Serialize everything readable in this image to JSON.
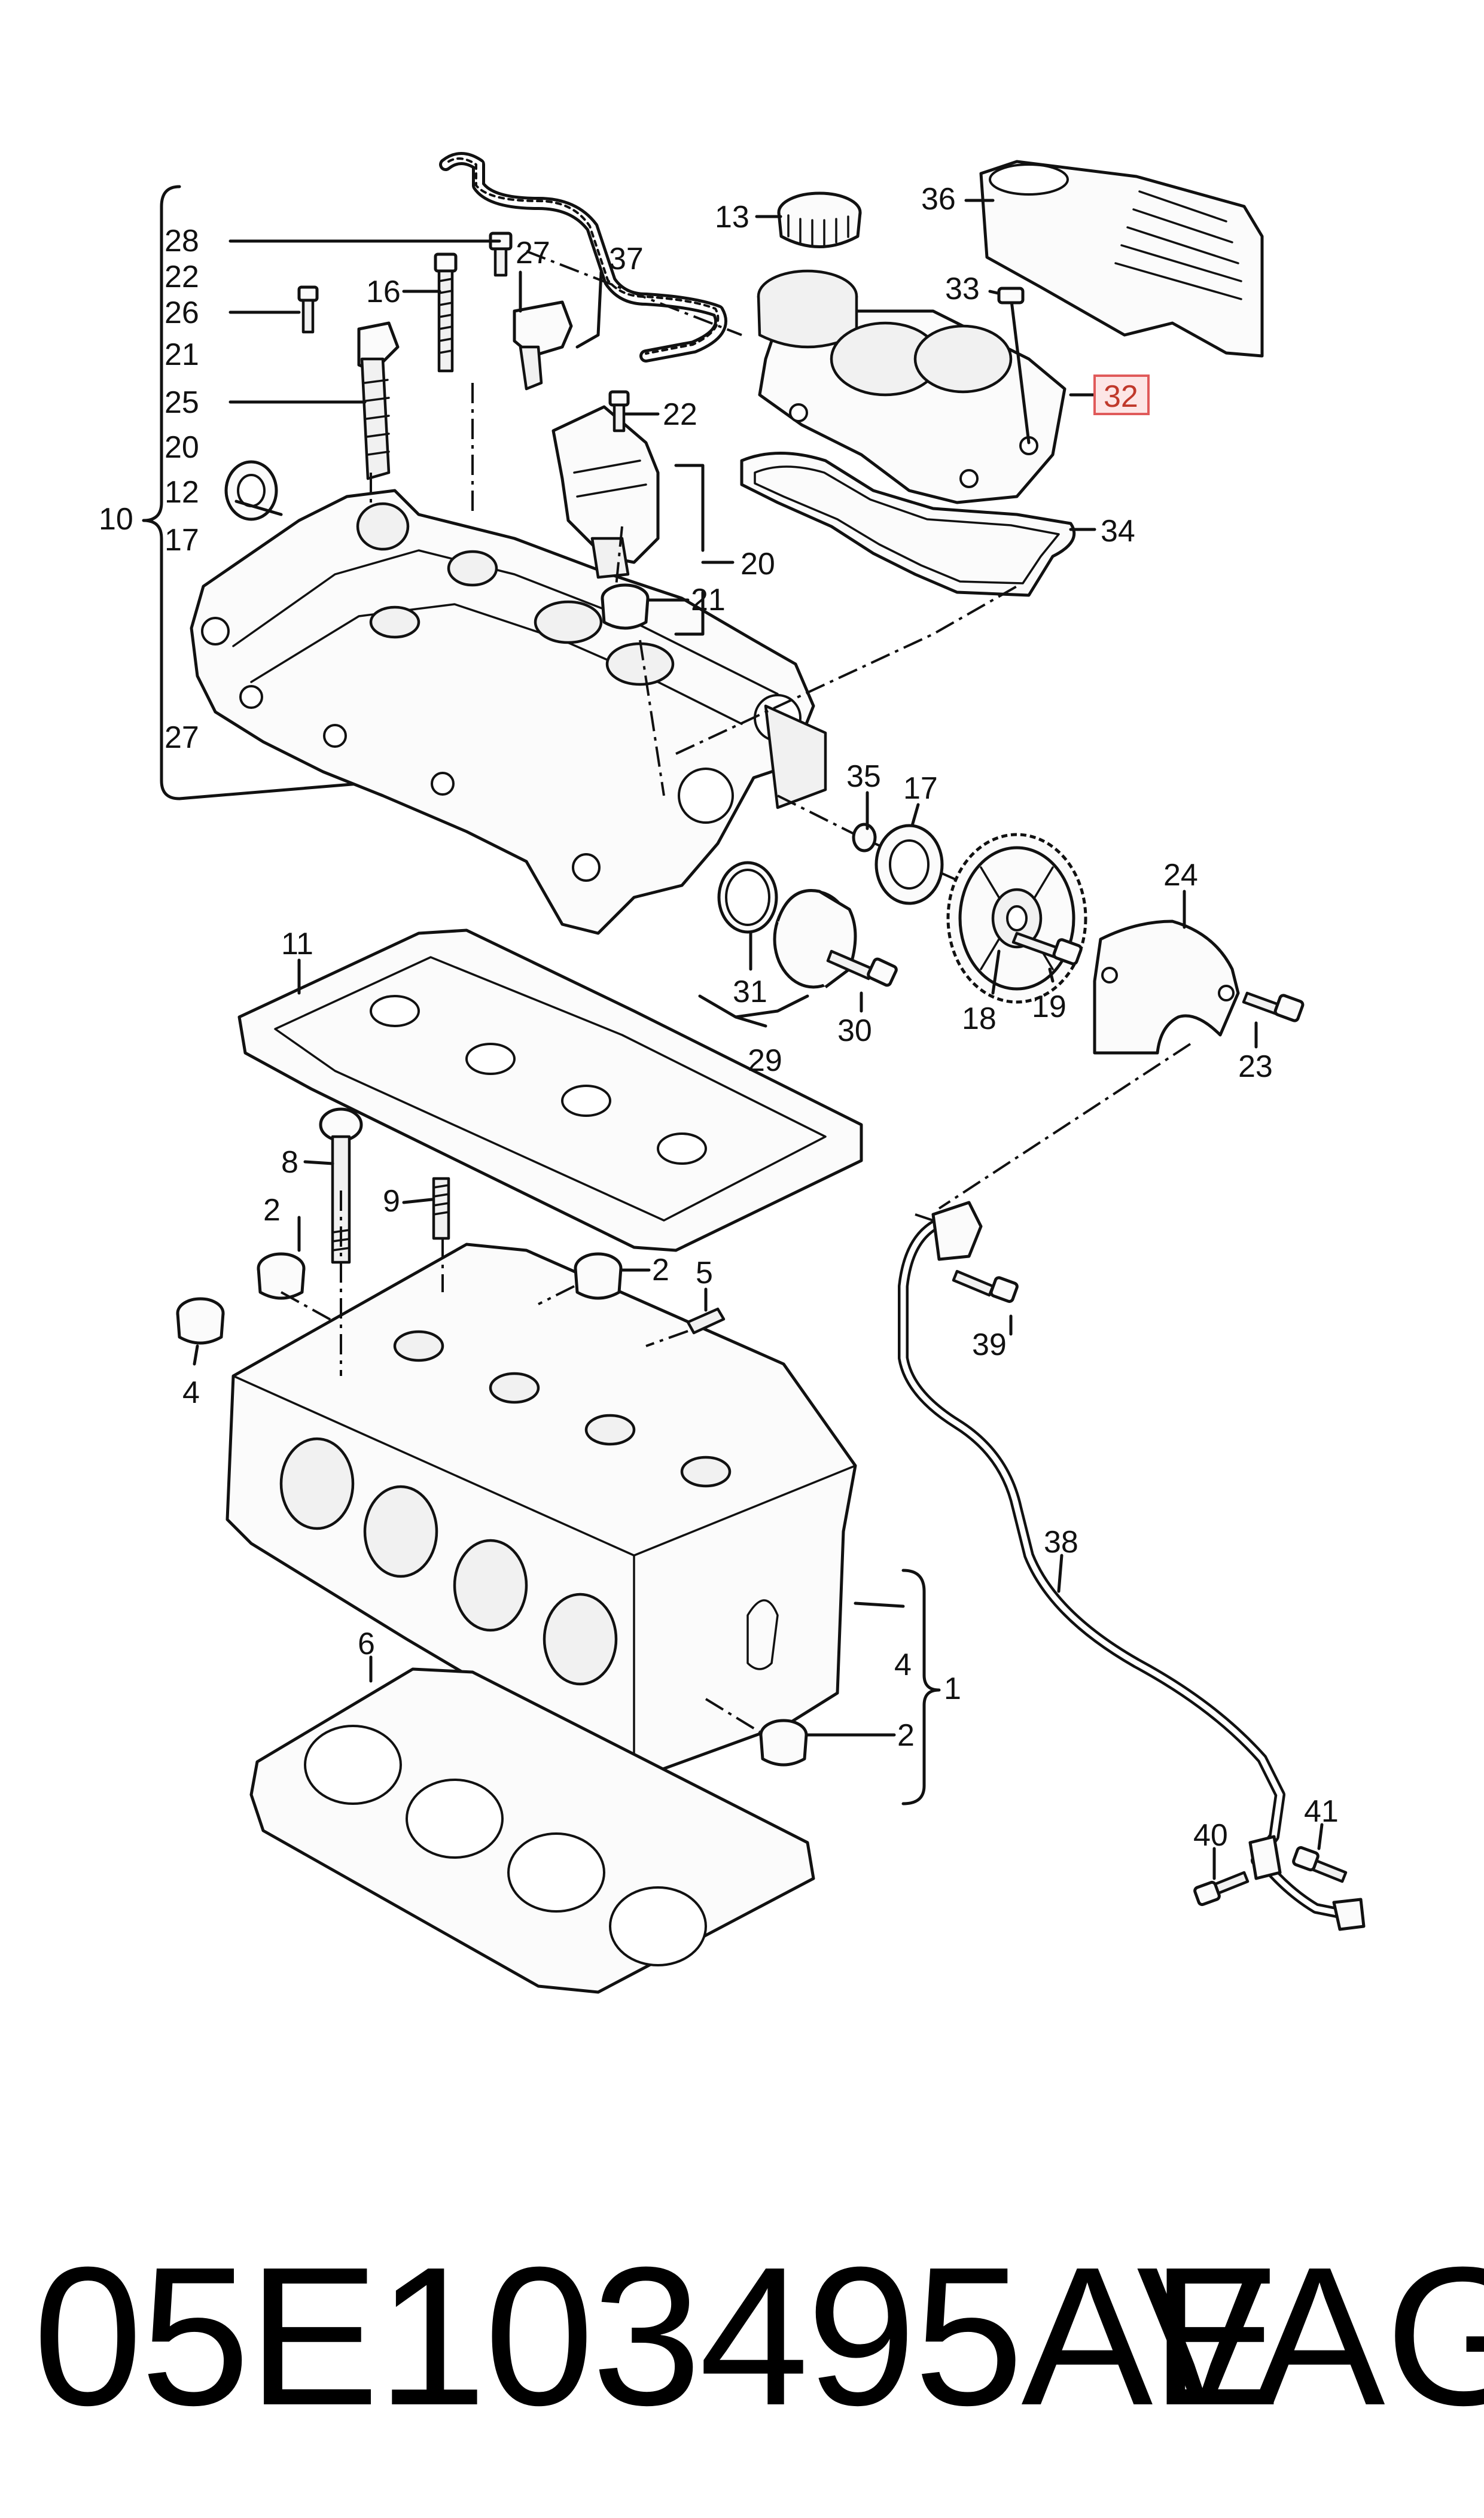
{
  "callouts": {
    "c1": "1",
    "c2a": "2",
    "c2b": "2",
    "c2c": "2",
    "c4a": "4",
    "c4b": "4",
    "c5": "5",
    "c6": "6",
    "c8": "8",
    "c9": "9",
    "c10": "10",
    "c11": "11",
    "c12": "12",
    "c13": "13",
    "c16": "16",
    "c17a": "17",
    "c17b": "17",
    "c18": "18",
    "c19": "19",
    "c20a": "20",
    "c20b": "20",
    "c21a": "21",
    "c21b": "21",
    "c22a": "22",
    "c22b": "22",
    "c23": "23",
    "c24": "24",
    "c25": "25",
    "c26": "26",
    "c27a": "27",
    "c27b": "27",
    "c28": "28",
    "c29": "29",
    "c30": "30",
    "c31": "31",
    "c32": "32",
    "c33": "33",
    "c34": "34",
    "c35": "35",
    "c36": "36",
    "c37": "37",
    "c38": "38",
    "c39": "39",
    "c40": "40",
    "c41": "41"
  },
  "highlight": {
    "color": "#e05a5a",
    "fill": "#fde6e6"
  },
  "footer": {
    "part_number": "05E103495AE",
    "brand": "VAG"
  }
}
